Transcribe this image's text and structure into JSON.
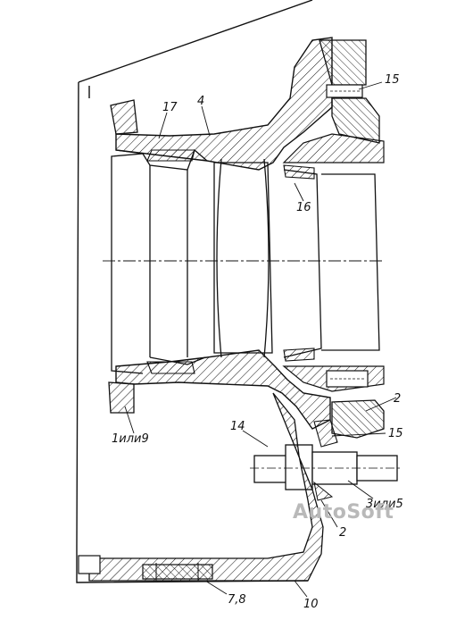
{
  "labels": {
    "l17": "17",
    "l4": "4",
    "l15_top": "15",
    "l16": "16",
    "l2_top": "2",
    "l1or9": "1или9",
    "l14": "14",
    "l15_mid": "15",
    "l3or5": "3или5",
    "l2_bot": "2",
    "l78": "7,8",
    "l10": "10"
  },
  "watermark": "AutoSoft",
  "colors": {
    "ink": "#111111",
    "watermark": "#b9b9b9"
  }
}
